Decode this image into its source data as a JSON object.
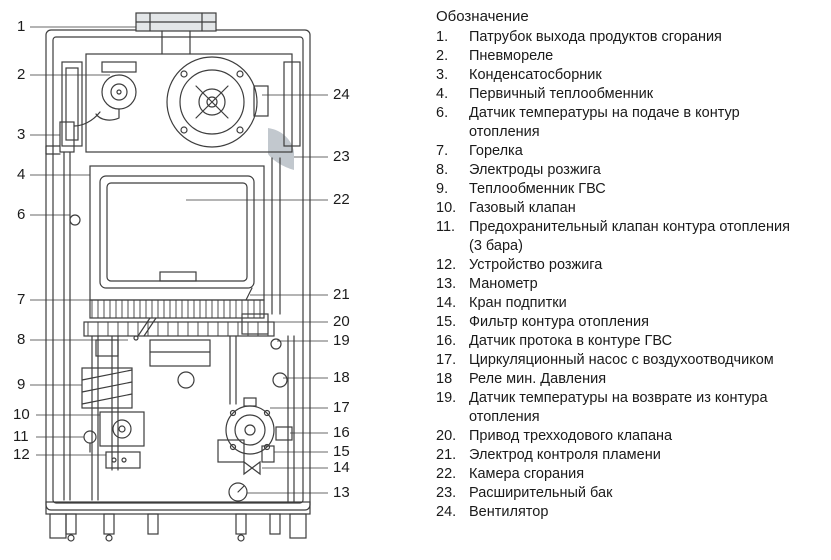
{
  "colors": {
    "line": "#3d3d3d",
    "shade": "#c2c8ce",
    "text": "#1a1a1a"
  },
  "legend": {
    "title": "Обозначение",
    "items": [
      {
        "num": "1.",
        "text": "Патрубок выхода продуктов сгорания"
      },
      {
        "num": "2.",
        "text": "Пневмореле"
      },
      {
        "num": "3.",
        "text": "Конденсатосборник"
      },
      {
        "num": "4.",
        "text": "Первичный теплообменник"
      },
      {
        "num": "6.",
        "text": "Датчик температуры на подаче в контур отопления"
      },
      {
        "num": "7.",
        "text": "Горелка"
      },
      {
        "num": "8.",
        "text": "Электроды розжига"
      },
      {
        "num": "9.",
        "text": "Теплообменник ГВС"
      },
      {
        "num": "10.",
        "text": "Газовый клапан"
      },
      {
        "num": "11.",
        "text": "Предохранительный клапан контура отопления (3 бара)"
      },
      {
        "num": "12.",
        "text": "Устройство розжига"
      },
      {
        "num": "13.",
        "text": "Манометр"
      },
      {
        "num": "14.",
        "text": "Кран подпитки"
      },
      {
        "num": "15.",
        "text": "Фильтр контура отопления"
      },
      {
        "num": "16.",
        "text": "Датчик протока в контуре ГВС"
      },
      {
        "num": "17.",
        "text": "Циркуляционный насос с воздухоотводчиком"
      },
      {
        "num": "18",
        "text": "Реле мин. Давления"
      },
      {
        "num": "19.",
        "text": "Датчик температуры на возврате из контура отопления"
      },
      {
        "num": "20.",
        "text": "Привод трехходового клапана"
      },
      {
        "num": "21.",
        "text": "Электрод контроля пламени"
      },
      {
        "num": "22.",
        "text": "Камера сгорания"
      },
      {
        "num": "23.",
        "text": "Расширительный бак"
      },
      {
        "num": "24.",
        "text": "Вентилятор"
      }
    ]
  },
  "diagram": {
    "callouts": [
      "1",
      "2",
      "3",
      "4",
      "6",
      "7",
      "8",
      "9",
      "10",
      "11",
      "12",
      "24",
      "23",
      "22",
      "21",
      "20",
      "19",
      "18",
      "17",
      "16",
      "15",
      "14",
      "13"
    ]
  }
}
